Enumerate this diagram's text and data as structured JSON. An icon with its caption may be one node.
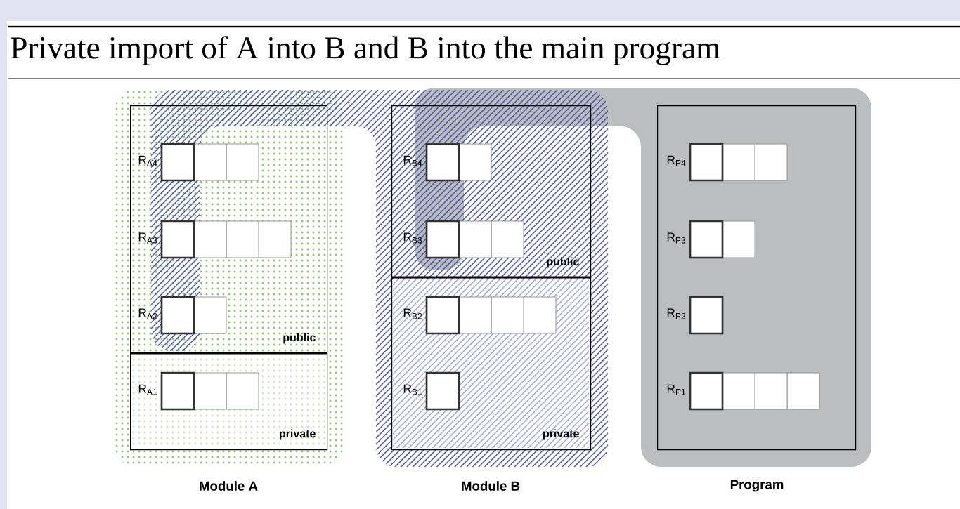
{
  "diagram": {
    "title": "Private import of A into B and B into the main program",
    "nodes": [
      {
        "text": [
          "Module A"
        ]
      },
      {
        "text": [
          "public"
        ],
        "in": 0
      },
      {
        "text": [
          "private"
        ],
        "in": 0
      },
      {
        "text": [
          "Module B"
        ]
      },
      {
        "text": [
          "public"
        ],
        "in": 3
      },
      {
        "text": [
          "private"
        ],
        "in": 3
      },
      {
        "text": [
          "Program"
        ]
      }
    ],
    "labels": [
      "R$_{A4}$",
      "R$_{A3}$",
      "R$_{A2}$",
      "R$_{A1}$",
      "R$_{B4}$",
      "R$_{B3}$",
      "R$_{B2}$",
      "R$_{B1}$",
      "R$_{P4}$",
      "R$_{P3}$",
      "R$_{P2}$",
      "R$_{P1}$"
    ]
  }
}
